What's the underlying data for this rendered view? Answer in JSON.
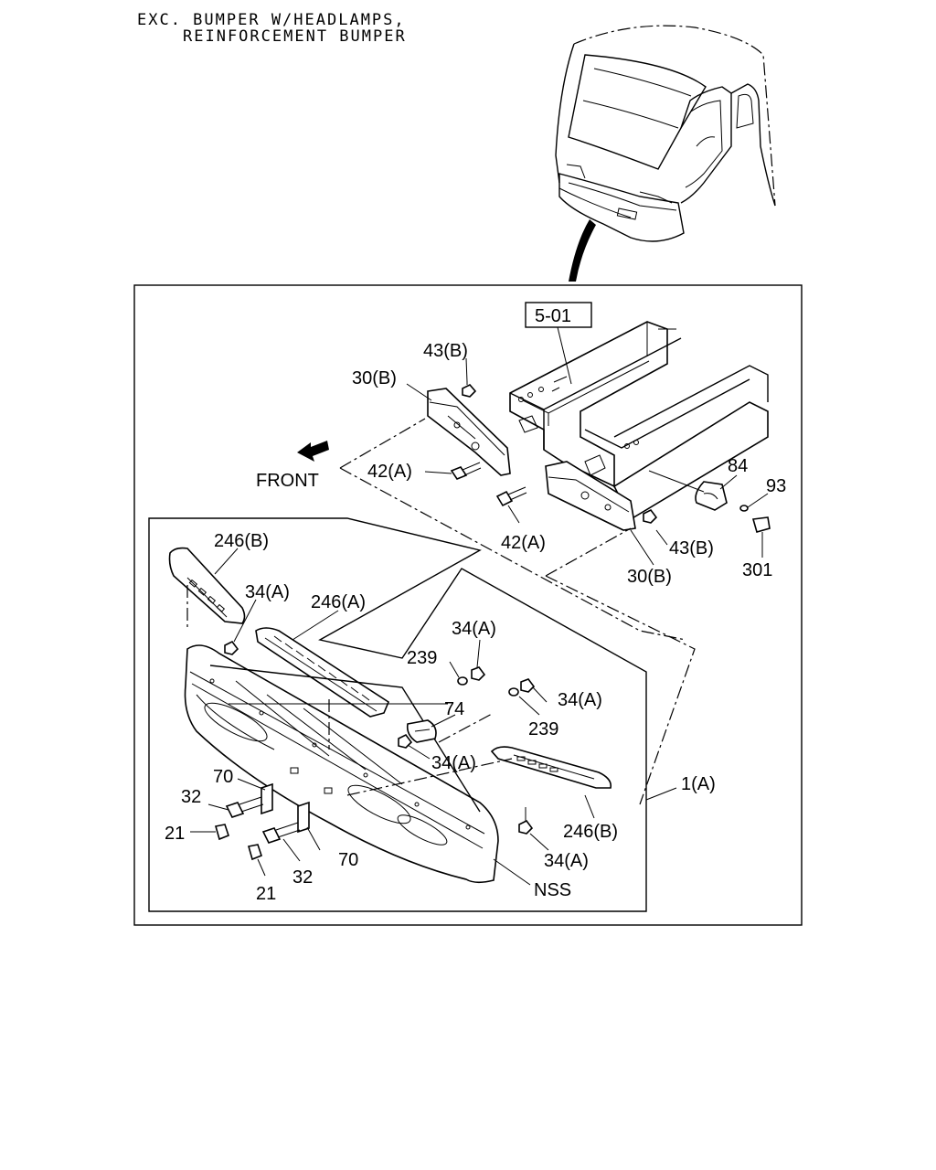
{
  "header": {
    "line1": "EXC. BUMPER W/HEADLAMPS,",
    "line2": "REINFORCEMENT BUMPER"
  },
  "diagram": {
    "ref_box": "5-01",
    "front_label": "FRONT",
    "callouts": {
      "c43b_top": "43(B)",
      "c30b_top": "30(B)",
      "c42a_left": "42(A)",
      "c42a_bottom": "42(A)",
      "c43b_right": "43(B)",
      "c30b_bottom": "30(B)",
      "c84": "84",
      "c93": "93",
      "c301": "301",
      "c246b_top": "246(B)",
      "c34a_1": "34(A)",
      "c246a": "246(A)",
      "c34a_2": "34(A)",
      "c239_1": "239",
      "c74": "74",
      "c34a_3": "34(A)",
      "c239_2": "239",
      "c34a_4": "34(A)",
      "c1a": "1(A)",
      "c70_1": "70",
      "c32_1": "32",
      "c21_1": "21",
      "c32_2": "32",
      "c70_2": "70",
      "c21_2": "21",
      "c246b_bottom": "246(B)",
      "c34a_5": "34(A)",
      "cnss": "NSS"
    }
  }
}
